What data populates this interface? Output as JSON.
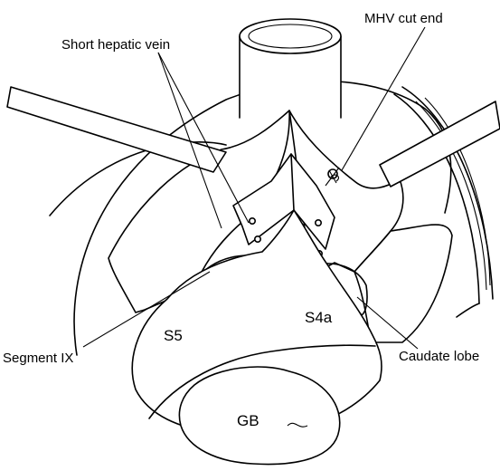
{
  "labels": {
    "mhv_cut_end": "MHV cut end",
    "short_hepatic_vein": "Short hepatic vein",
    "segment_ix": "Segment IX",
    "caudate_lobe": "Caudate lobe",
    "s5": "S5",
    "s4a": "S4a",
    "gb": "GB"
  },
  "colors": {
    "ink": "#000000",
    "paper": "#ffffff"
  }
}
